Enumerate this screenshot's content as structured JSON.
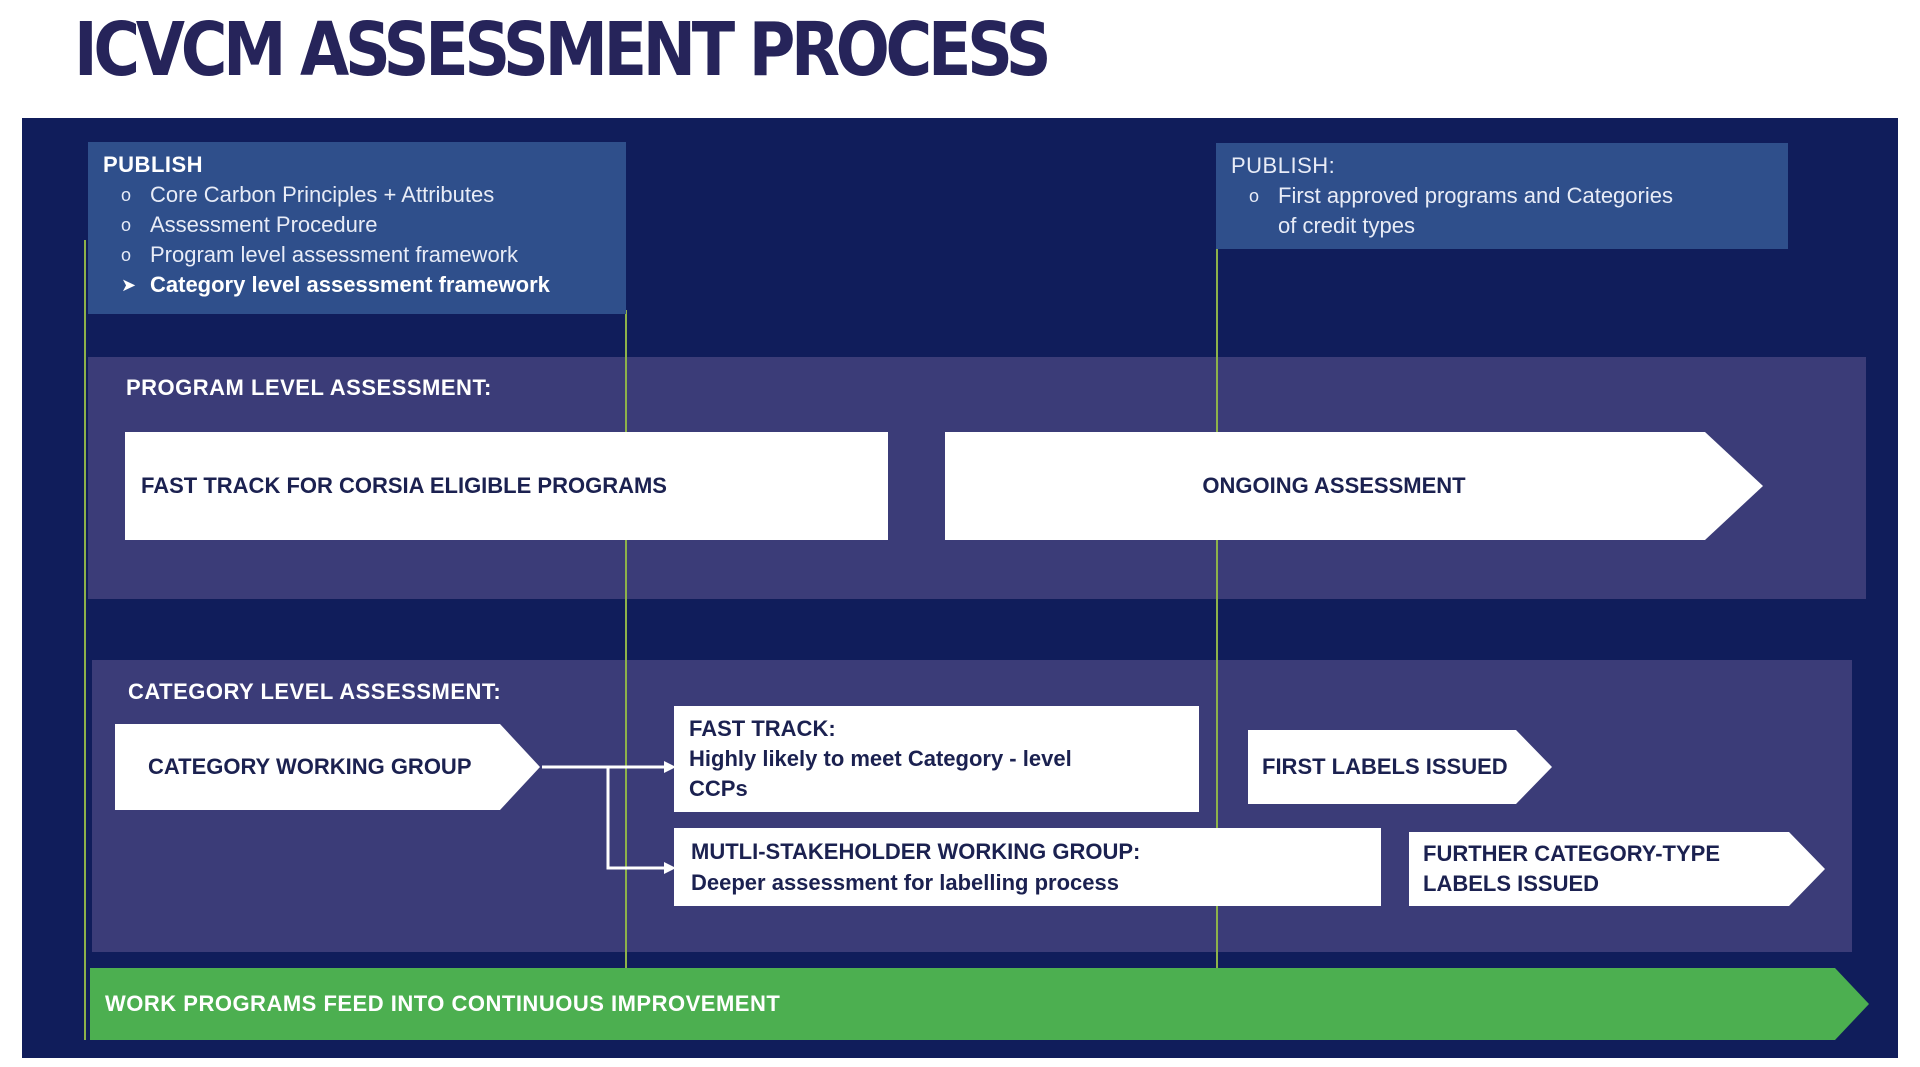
{
  "title": "ICVCM ASSESSMENT PROCESS",
  "publish_left": {
    "heading": "PUBLISH",
    "items": [
      {
        "marker": "o",
        "text": "Core Carbon Principles + Attributes",
        "emphasis": false
      },
      {
        "marker": "o",
        "text": "Assessment Procedure",
        "emphasis": false
      },
      {
        "marker": "o",
        "text": "Program level assessment framework",
        "emphasis": false
      },
      {
        "marker": "➤",
        "text": "Category level assessment framework",
        "emphasis": true
      }
    ]
  },
  "publish_right": {
    "heading": "PUBLISH:",
    "items": [
      {
        "marker": "o",
        "line1": "First approved programs and Categories",
        "line2": "of credit types"
      }
    ]
  },
  "program_level": {
    "heading": "PROGRAM LEVEL ASSESSMENT:",
    "fast_track": "FAST TRACK FOR CORSIA ELIGIBLE PROGRAMS",
    "ongoing": "ONGOING ASSESSMENT"
  },
  "category_level": {
    "heading": "CATEGORY LEVEL ASSESSMENT:",
    "working_group": "CATEGORY WORKING GROUP",
    "fast_track_title": "FAST TRACK:",
    "fast_track_line1": "Highly likely to meet Category - level",
    "fast_track_line2": "CCPs",
    "multi_title": "MUTLI-STAKEHOLDER WORKING GROUP:",
    "multi_line": "Deeper assessment for labelling process",
    "first_labels": "FIRST LABELS ISSUED",
    "further_line1": "FURTHER CATEGORY-TYPE",
    "further_line2": "LABELS ISSUED"
  },
  "work_programs": "WORK PROGRAMS FEED INTO CONTINUOUS IMPROVEMENT",
  "colors": {
    "frame": "#101d5b",
    "publish_panel": "#2f4f8b",
    "band": "#3b3c78",
    "timeline_line": "#8db24a",
    "improvement_bar": "#4caf50",
    "title": "#26245a"
  }
}
